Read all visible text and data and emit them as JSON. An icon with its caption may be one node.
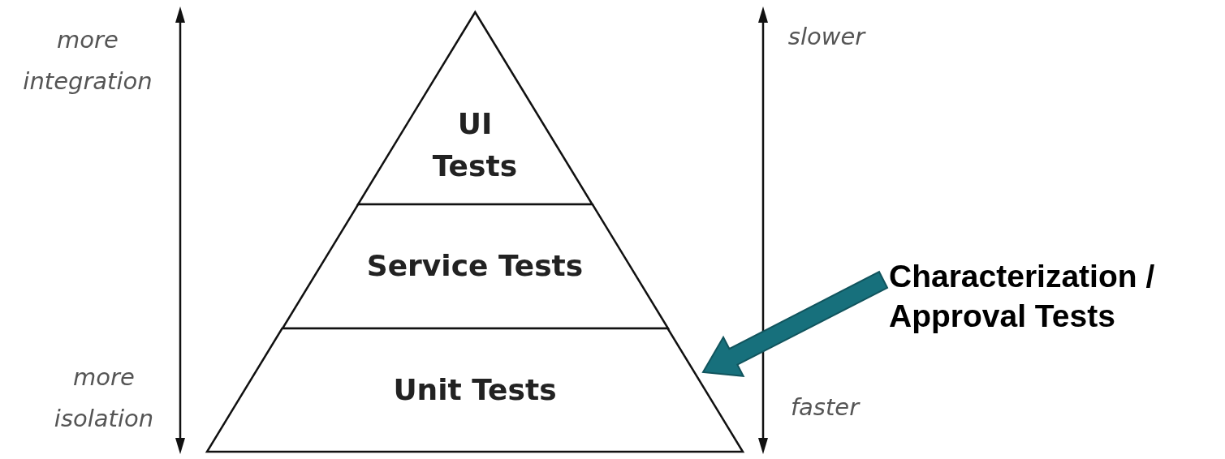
{
  "diagram": {
    "nodes": [
      {
        "text": [
          "UI Tests"
        ]
      },
      {
        "text": [
          "Service Tests"
        ]
      },
      {
        "text": [
          "Unit Tests"
        ]
      },
      {
        "text": [
          "Characterization / Approval Tests"
        ]
      }
    ],
    "edges": [
      {
        "from": 3,
        "to": 2,
        "arrow": "to",
        "style": "thick",
        "color": "#17707c"
      }
    ],
    "labels": [
      "more integration",
      "more isolation",
      "slower",
      "faster"
    ]
  }
}
